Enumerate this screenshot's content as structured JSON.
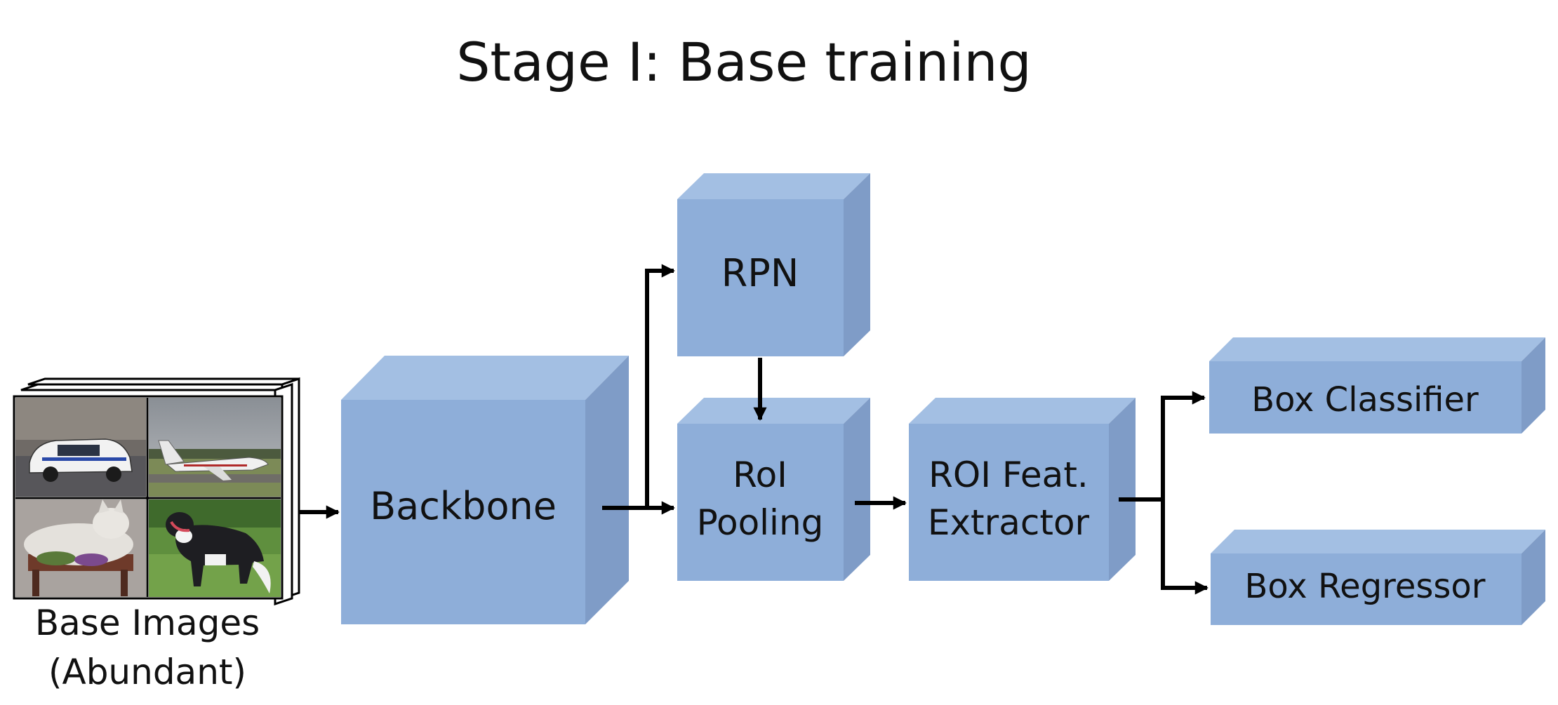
{
  "title": "Stage I: Base training",
  "input": {
    "label_line1": "Base Images",
    "label_line2": "(Abundant)",
    "thumbnails": [
      "police car",
      "jet airplane",
      "cat",
      "dog"
    ]
  },
  "blocks": {
    "backbone": "Backbone",
    "rpn": "RPN",
    "roi_pooling_line1": "RoI",
    "roi_pooling_line2": "Pooling",
    "roi_feat_line1": "ROI Feat.",
    "roi_feat_line2": "Extractor",
    "box_classifier": "Box Classifier",
    "box_regressor": "Box Regressor"
  },
  "colors": {
    "block_front": "#8eaed9",
    "block_top": "#a3bfe3",
    "block_side": "#7f9cc7",
    "arrow": "#000000"
  }
}
